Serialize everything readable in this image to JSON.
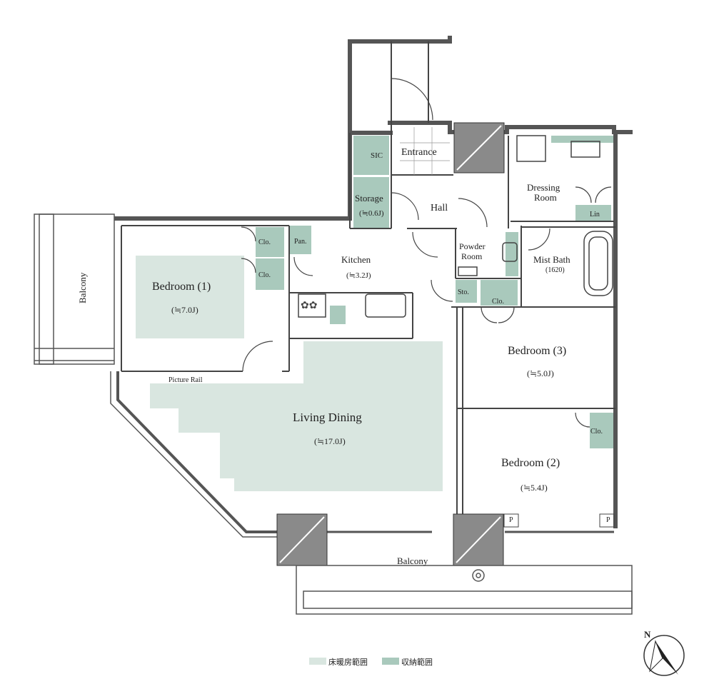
{
  "colors": {
    "wall": "#555555",
    "floor_heating": "#d9e6e0",
    "storage": "#a9c9bc",
    "column": "#8a8a8a",
    "line": "#333333",
    "text": "#222222"
  },
  "rooms": {
    "entrance": "Entrance",
    "sic": "SIC",
    "storage": "Storage",
    "storage_area": "(≒0.6J)",
    "hall": "Hall",
    "dressing_room_1": "Dressing",
    "dressing_room_2": "Room",
    "lin": "Lin",
    "kitchen": "Kitchen",
    "kitchen_area": "(≒3.2J)",
    "pan": "Pan.",
    "powder_room_1": "Powder",
    "powder_room_2": "Room",
    "mist_bath": "Mist Bath",
    "mist_bath_size": "(1620)",
    "sto": "Sto.",
    "clo": "Clo.",
    "bedroom1": "Bedroom (1)",
    "bedroom1_area": "(≒7.0J)",
    "bedroom2": "Bedroom (2)",
    "bedroom2_area": "(≒5.4J)",
    "bedroom3": "Bedroom (3)",
    "bedroom3_area": "(≒5.0J)",
    "living_dining": "Living Dining",
    "living_dining_area": "(≒17.0J)",
    "picture_rail": "Picture Rail",
    "balcony_west": "Balcony",
    "balcony_south": "Balcony",
    "p_mark": "P"
  },
  "legend": {
    "floor_heating": "床暖房範囲",
    "storage": "収納範囲"
  },
  "compass": {
    "north": "N"
  }
}
